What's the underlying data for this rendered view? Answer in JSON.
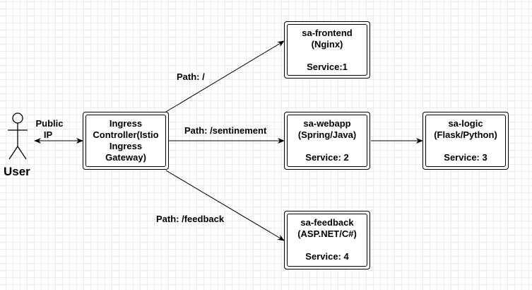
{
  "user": {
    "label": "User"
  },
  "user_link": {
    "label_line1": "Public",
    "label_line2": "IP"
  },
  "ingress": {
    "line1": "Ingress",
    "line2": "Controller(Istio",
    "line3": "Ingress",
    "line4": "Gateway)"
  },
  "services": {
    "frontend": {
      "name": "sa-frontend",
      "tech": "(Nginx)",
      "service": "Service:1"
    },
    "webapp": {
      "name": "sa-webapp",
      "tech": "(Spring/Java)",
      "service": "Service: 2"
    },
    "logic": {
      "name": "sa-logic",
      "tech": "(Flask/Python)",
      "service": "Service: 3"
    },
    "feedback": {
      "name": "sa-feedback",
      "tech": "(ASP.NET/C#)",
      "service": "Service: 4"
    }
  },
  "routes": {
    "frontend": "Path: /",
    "webapp": "Path: /sentinement",
    "feedback": "Path: /feedback"
  },
  "colors": {
    "line": "#000000",
    "grid": "#ececec",
    "background": "#ffffff"
  }
}
